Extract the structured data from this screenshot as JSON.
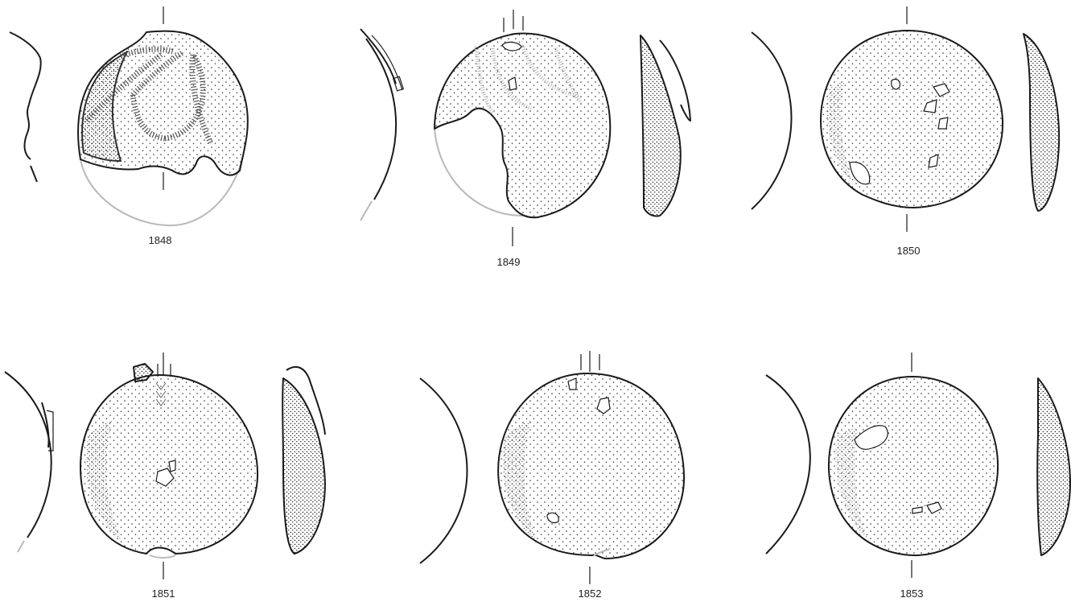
{
  "plate": {
    "background": "#ffffff",
    "ink": "#1a1a1a",
    "reconstruction_color": "#b9b9b9"
  },
  "objects": [
    {
      "catalogue_number": "1848"
    },
    {
      "catalogue_number": "1849"
    },
    {
      "catalogue_number": "1850"
    },
    {
      "catalogue_number": "1851"
    },
    {
      "catalogue_number": "1852"
    },
    {
      "catalogue_number": "1853"
    }
  ]
}
